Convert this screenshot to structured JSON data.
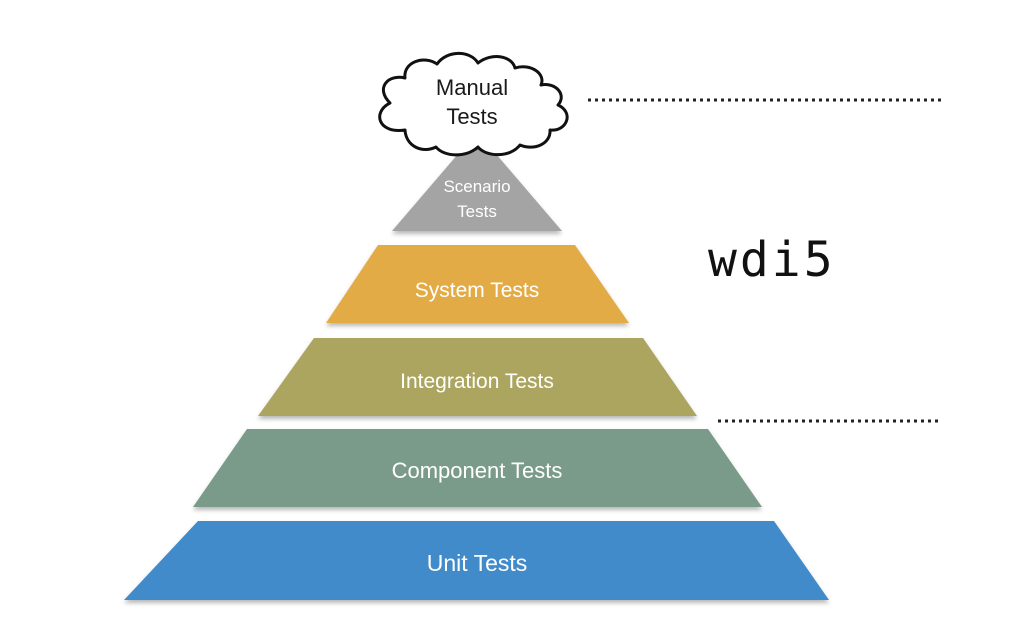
{
  "diagram": {
    "cloud": {
      "line1": "Manual",
      "line2": "Tests"
    },
    "layers": [
      {
        "id": "scenario",
        "line1": "Scenario",
        "line2": "Tests",
        "color": "#a4a4a4"
      },
      {
        "id": "system",
        "label": "System Tests",
        "color": "#e3ab44"
      },
      {
        "id": "integration",
        "label": "Integration Tests",
        "color": "#aca55f"
      },
      {
        "id": "component",
        "label": "Component Tests",
        "color": "#7a9b89"
      },
      {
        "id": "unit",
        "label": "Unit Tests",
        "color": "#428bca"
      }
    ],
    "tool_label": "wdi5"
  }
}
